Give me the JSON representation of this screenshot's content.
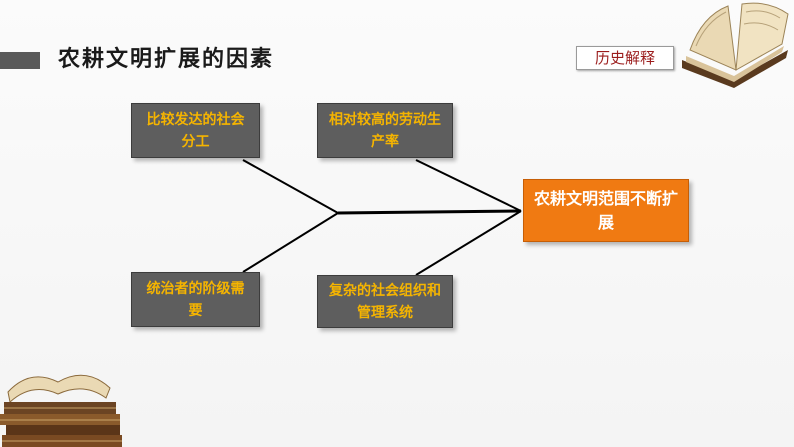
{
  "header": {
    "title": "农耕文明扩展的因素",
    "tag": "历史解释"
  },
  "diagram": {
    "factor_top_left": "比较发达的社会分工",
    "factor_top_right": "相对较高的劳动生产率",
    "factor_bottom_left": "统治者的阶级需要",
    "factor_bottom_right": "复杂的社会组织和管理系统",
    "result": "农耕文明范围不断扩展"
  },
  "colors": {
    "factor_fill": "#5e5e5e",
    "factor_text": "#f5b400",
    "result_fill": "#f07a12",
    "tag_text": "#9b1c1c"
  },
  "decorations": {
    "top_right": "open-book-icon",
    "bottom_left": "stacked-books-icon"
  }
}
